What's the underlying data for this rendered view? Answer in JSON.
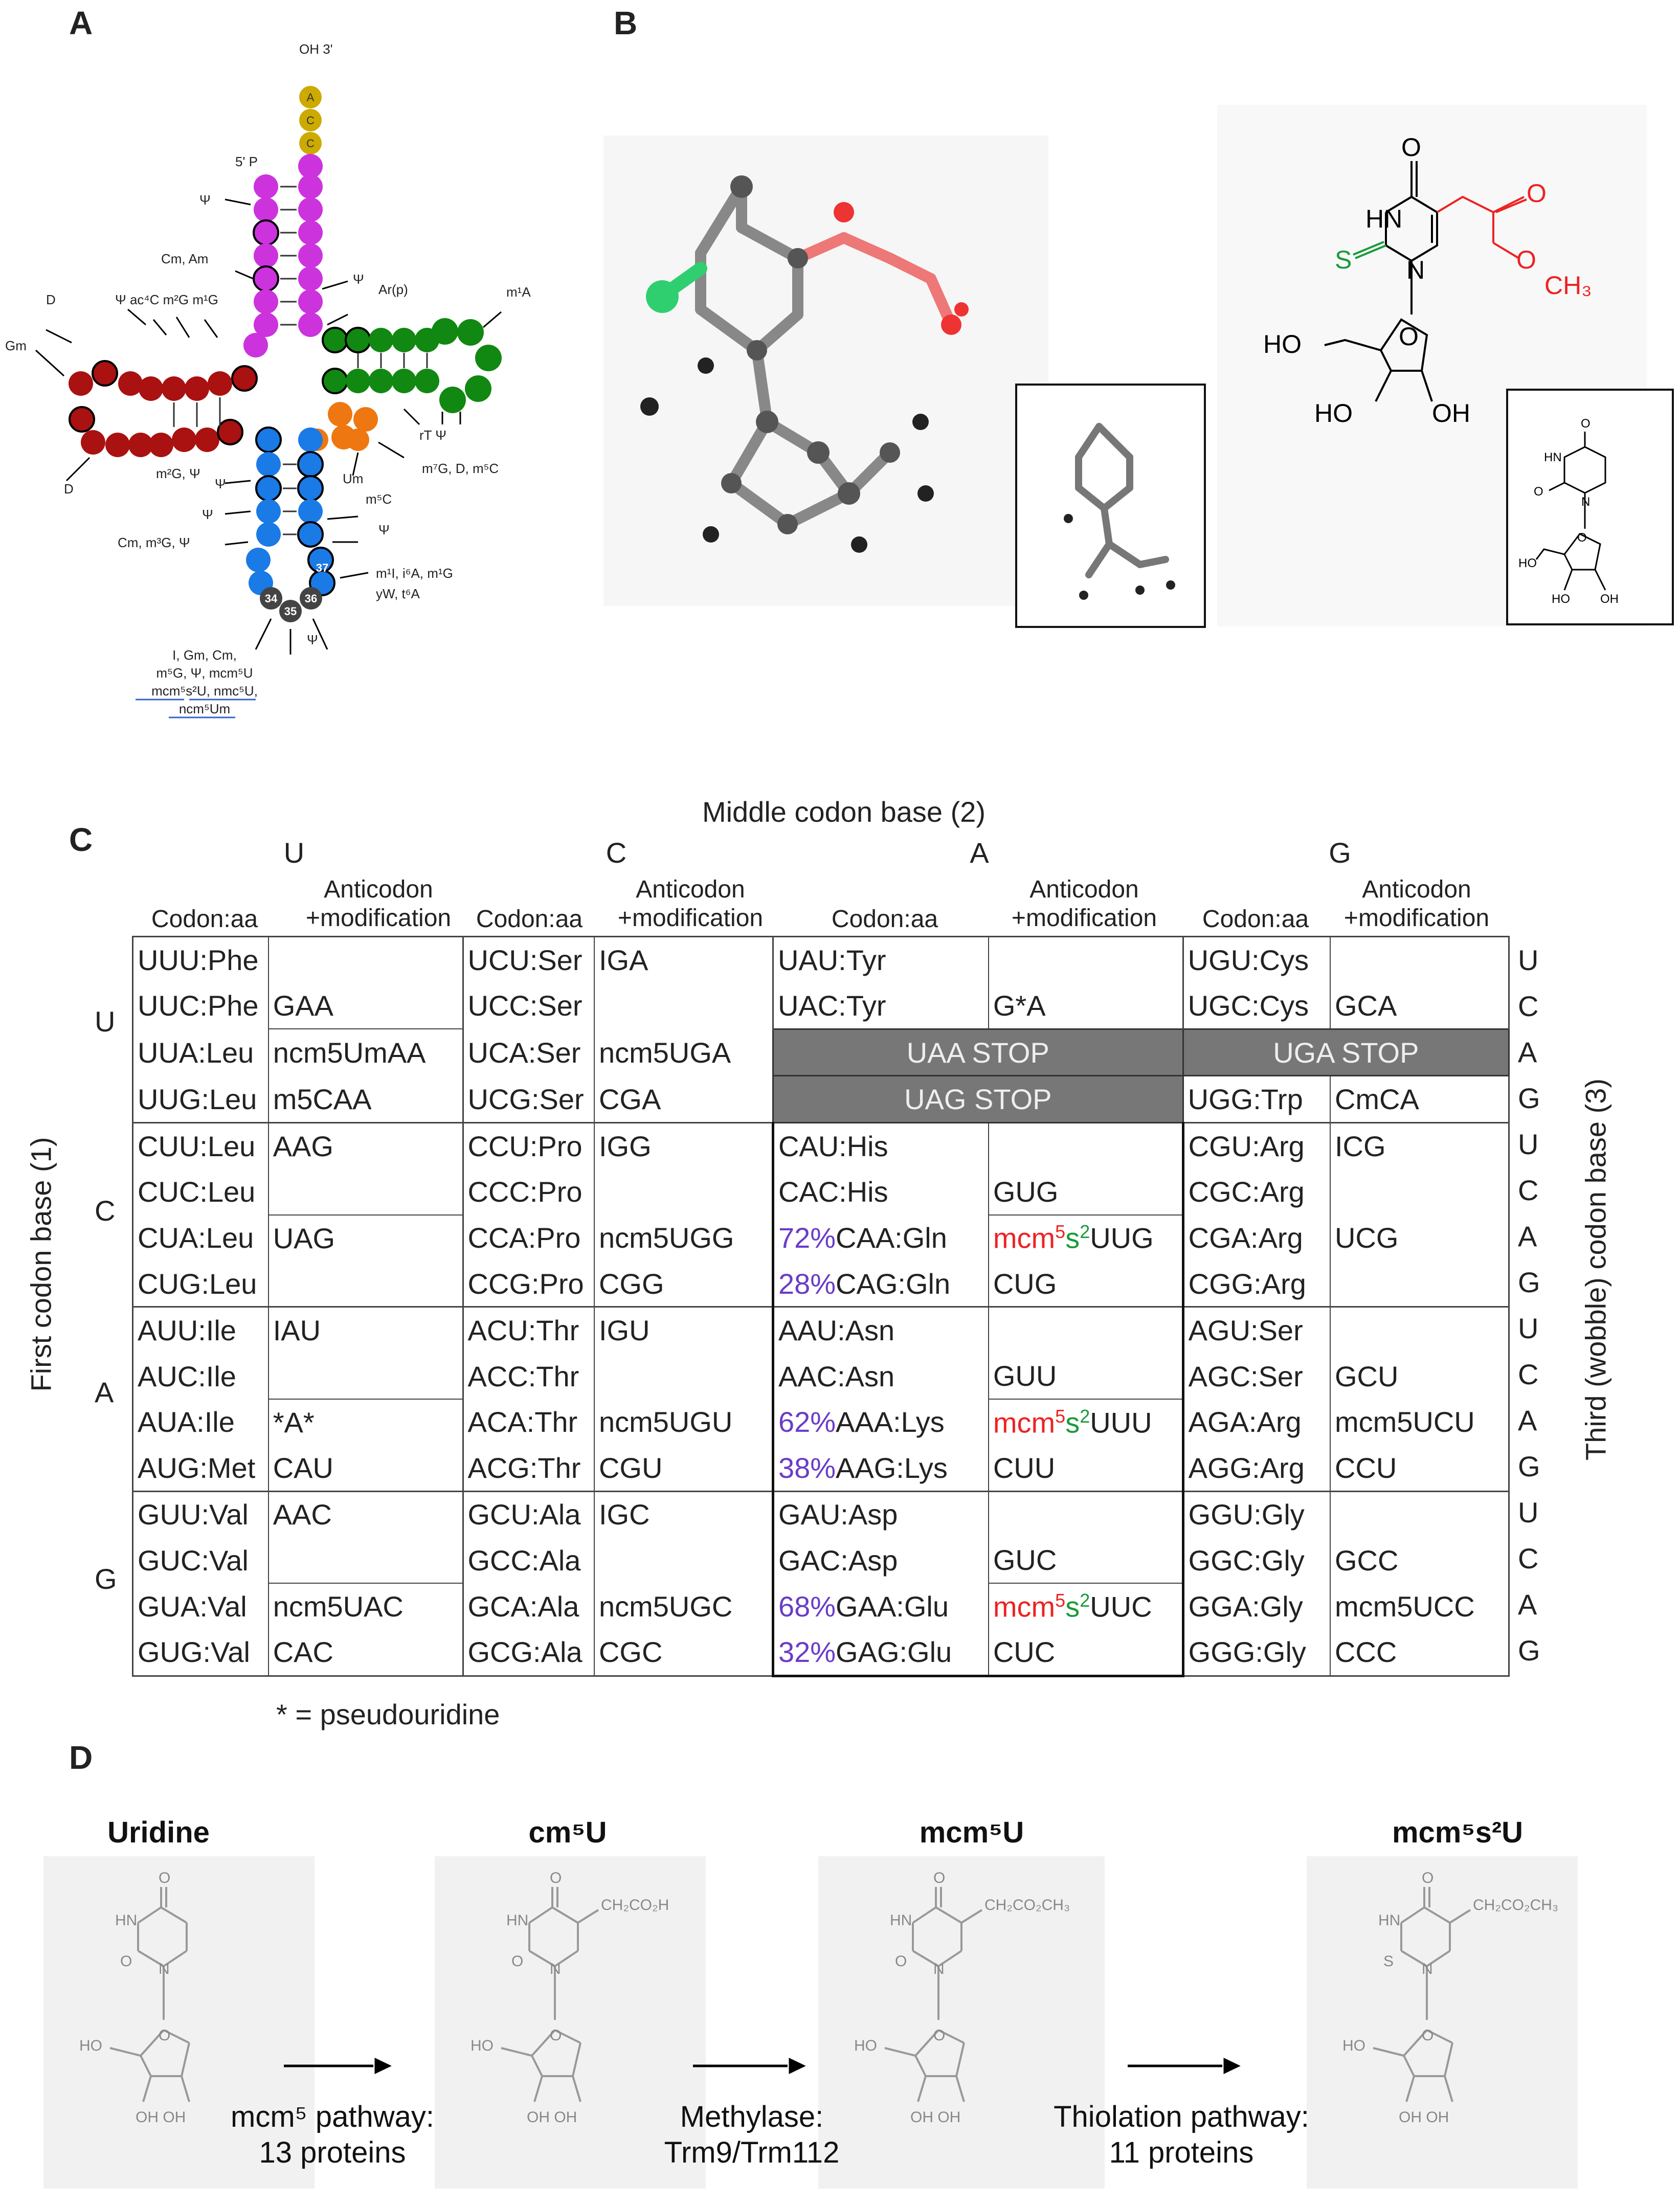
{
  "panels": {
    "a": "A",
    "b": "B",
    "c": "C",
    "d": "D"
  },
  "panel_a": {
    "oh3": "OH 3'",
    "p5": "5' P",
    "acc": [
      "A",
      "C",
      "C"
    ],
    "labels": {
      "psi1": "Ψ",
      "cm_am": "Cm, Am",
      "psi2": "Ψ",
      "arp": "Ar(p)",
      "top_row": "Ψ ac⁴C m²G m¹G",
      "d1": "D",
      "gm": "Gm",
      "d2": "D",
      "m1a": "m¹A",
      "m2g_psi": "m²G, Ψ",
      "psi3": "Ψ",
      "rt_psi": "rT Ψ",
      "m7g": "m⁷G, D, m⁵C",
      "um": "Um",
      "m5c": "m⁵C",
      "psi4": "Ψ",
      "psi5": "Ψ",
      "cm_m3g": "Cm, m³G, Ψ",
      "m1i": "m¹I, i⁶A, m¹G",
      "yw": "yW, t⁶A",
      "n34": "34",
      "n35": "35",
      "n36": "36",
      "n37": "37",
      "psi6": "Ψ",
      "wobble1": "I, Gm, Cm,",
      "wobble2": "m⁵G, Ψ, mcm⁵U",
      "wobble3": "mcm⁵s²U, nmc⁵U,",
      "wobble4": "ncm⁵Um"
    },
    "colors": {
      "acceptor": "#cc33dd",
      "dstem": "#aa1111",
      "tstem": "#118811",
      "anticodon": "#1a7ae6",
      "variable": "#ee7711",
      "acc": "#ccaa00"
    }
  },
  "panel_b": {
    "labels": {
      "hn": "HN",
      "o_top": "O",
      "s": "S",
      "n": "N",
      "o2": "O",
      "o3": "O",
      "ch3": "CH₃",
      "o_ring": "O",
      "ho1": "HO",
      "ho2": "HO",
      "oh": "OH"
    },
    "inset_labels": {
      "o_top": "O",
      "hn": "HN",
      "o_left": "O",
      "n": "N",
      "o_ring": "O",
      "ho1": "HO",
      "ho2": "HO",
      "oh": "OH"
    }
  },
  "panel_c": {
    "middle_title": "Middle codon base (2)",
    "first_title": "First codon base (1)",
    "third_title": "Third (wobble) codon base (3)",
    "middle_letters": [
      "U",
      "C",
      "A",
      "G"
    ],
    "col_headers": [
      "Codon:aa",
      "Anticodon +modification"
    ],
    "first_letters": [
      "U",
      "C",
      "A",
      "G"
    ],
    "third_letters": [
      "U",
      "C",
      "A",
      "G",
      "U",
      "C",
      "A",
      "G",
      "U",
      "C",
      "A",
      "G",
      "U",
      "C",
      "A",
      "G"
    ],
    "stops": {
      "uaa": "UAA STOP",
      "uga": "UGA STOP",
      "uag": "UAG STOP"
    },
    "rows": [
      [
        "UUU:Phe",
        "",
        "UCU:Ser",
        "IGA",
        "UAU:Tyr",
        "",
        "UGU:Cys",
        ""
      ],
      [
        "UUC:Phe",
        "GAA",
        "UCC:Ser",
        "",
        "UAC:Tyr",
        "G*A",
        "UGC:Cys",
        "GCA"
      ],
      [
        "UUA:Leu",
        "ncm5UmAA",
        "UCA:Ser",
        "ncm5UGA",
        "",
        "",
        "",
        ""
      ],
      [
        "UUG:Leu",
        "m5CAA",
        "UCG:Ser",
        "CGA",
        "",
        "",
        "UGG:Trp",
        "CmCA"
      ],
      [
        "CUU:Leu",
        "AAG",
        "CCU:Pro",
        "IGG",
        "CAU:His",
        "",
        "CGU:Arg",
        "ICG"
      ],
      [
        "CUC:Leu",
        "",
        "CCC:Pro",
        "",
        "CAC:His",
        "GUG",
        "CGC:Arg",
        ""
      ],
      [
        "CUA:Leu",
        "UAG",
        "CCA:Pro",
        "ncm5UGG",
        "CAA:Gln",
        "",
        "CGA:Arg",
        "UCG"
      ],
      [
        "CUG:Leu",
        "",
        "CCG:Pro",
        "CGG",
        "CAG:Gln",
        "CUG",
        "CGG:Arg",
        ""
      ],
      [
        "AUU:Ile",
        "IAU",
        "ACU:Thr",
        "IGU",
        "AAU:Asn",
        "",
        "AGU:Ser",
        ""
      ],
      [
        "AUC:Ile",
        "",
        "ACC:Thr",
        "",
        "AAC:Asn",
        "GUU",
        "AGC:Ser",
        "GCU"
      ],
      [
        "AUA:Ile",
        "*A*",
        "ACA:Thr",
        "ncm5UGU",
        "AAA:Lys",
        "",
        "AGA:Arg",
        "mcm5UCU"
      ],
      [
        "AUG:Met",
        "CAU",
        "ACG:Thr",
        "CGU",
        "AAG:Lys",
        "CUU",
        "AGG:Arg",
        "CCU"
      ],
      [
        "GUU:Val",
        "AAC",
        "GCU:Ala",
        "IGC",
        "GAU:Asp",
        "",
        "GGU:Gly",
        ""
      ],
      [
        "GUC:Val",
        "",
        "GCC:Ala",
        "",
        "GAC:Asp",
        "GUC",
        "GGC:Gly",
        "GCC"
      ],
      [
        "GUA:Val",
        "ncm5UAC",
        "GCA:Ala",
        "ncm5UGC",
        "GAA:Glu",
        "",
        "GGA:Gly",
        "mcm5UCC"
      ],
      [
        "GUG:Val",
        "CAC",
        "GCG:Ala",
        "CGC",
        "GAG:Glu",
        "CUC",
        "GGG:Gly",
        "CCC"
      ]
    ],
    "pcts": {
      "r6": "72%",
      "r7": "28%",
      "r10": "62%",
      "r11": "38%",
      "r14": "68%",
      "r15": "32%"
    },
    "mod_parts": {
      "mcm": "mcm",
      "sup5": "5",
      "s": "s",
      "sup2": "2",
      "uug": "UUG",
      "uuu": "UUU",
      "uuc": "UUC"
    },
    "footnote": "* = pseudouridine"
  },
  "panel_d": {
    "titles": [
      "Uridine",
      "cm⁵U",
      "mcm⁵U",
      "mcm⁵s²U"
    ],
    "arrow_captions": [
      [
        "mcm⁵ pathway:",
        "13 proteins"
      ],
      [
        "Methylase:",
        "Trm9/Trm112"
      ],
      [
        "Thiolation pathway:",
        "11 proteins"
      ]
    ],
    "side_groups": [
      "",
      "CH₂CO₂H",
      "CH₂CO₂CH₃",
      "CH₂CO₂CH₃"
    ],
    "atoms": {
      "o": "O",
      "hn": "HN",
      "n": "N",
      "s": "S",
      "ho": "HO",
      "ohoh": "OH OH"
    }
  }
}
